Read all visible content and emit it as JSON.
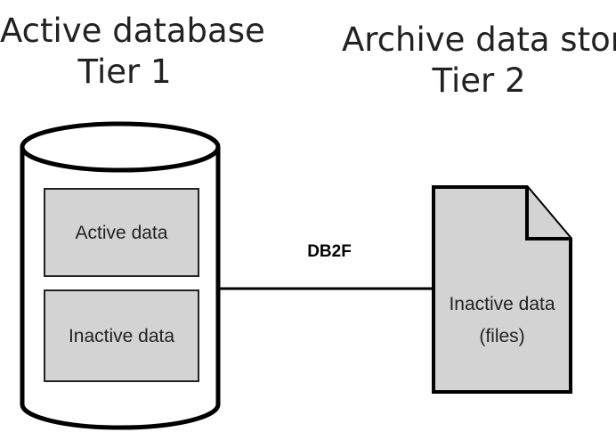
{
  "tier1": {
    "title": "Active database",
    "subtitle": "Tier 1",
    "boxes": [
      "Active data",
      "Inactive data"
    ]
  },
  "tier2": {
    "title": "Archive data store",
    "subtitle": "Tier 2",
    "document_lines": [
      "Inactive data",
      "(files)"
    ]
  },
  "connector": {
    "label": "DB2F"
  },
  "colors": {
    "box_fill": "#d3d3d3",
    "document_fill": "#d3d3d3",
    "stroke": "#000000",
    "background": "#ffffff"
  }
}
